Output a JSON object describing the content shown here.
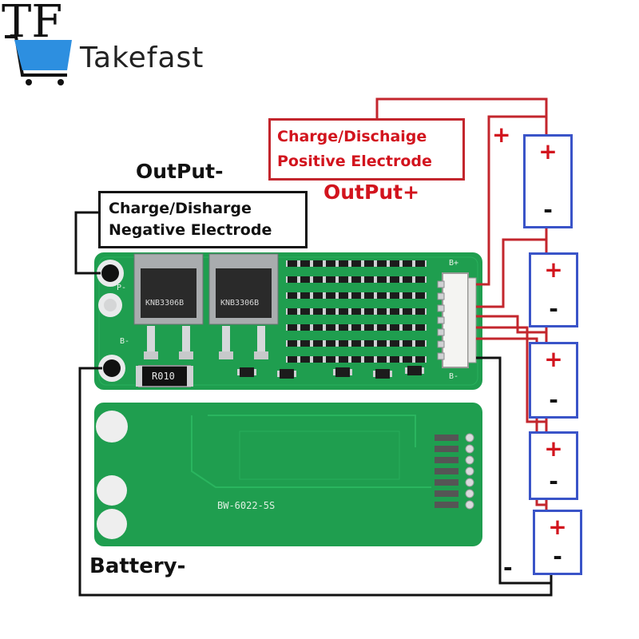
{
  "logo": {
    "mark_text": "TF",
    "brand_name": "Takefast"
  },
  "labels": {
    "output_negative": "OutPut-",
    "negative_box_line1": "Charge/Disharge",
    "negative_box_line2": "Negative Electrode",
    "positive_box_line1": "Charge/Dischaige",
    "positive_box_line2": "Positive Electrode",
    "output_positive": "OutPut+",
    "battery_negative": "Battery-",
    "wire_plus": "+",
    "wire_minus": "-"
  },
  "cells": [
    {
      "plus": "+",
      "minus": "-"
    },
    {
      "plus": "+",
      "minus": "-"
    },
    {
      "plus": "+",
      "minus": "-"
    },
    {
      "plus": "+",
      "minus": "-"
    },
    {
      "plus": "+",
      "minus": "-"
    }
  ],
  "board": {
    "mosfet_marking_1": "KNB3306B",
    "mosfet_marking_2": "KNB3306B",
    "resistor_marking": "R010",
    "model_marking": "BW-6022-5S",
    "pad_p_minus": "P-",
    "pad_b_minus": "B-",
    "pad_b_plus": "B+",
    "connector_b_minus": "B-"
  },
  "colors": {
    "pcb_green": "#1f9e4f",
    "wire_red": "#c3262d",
    "wire_black": "#111111",
    "cell_border": "#3a54c8",
    "text_red": "#d2141e",
    "logo_blue": "#2d8fe0"
  }
}
